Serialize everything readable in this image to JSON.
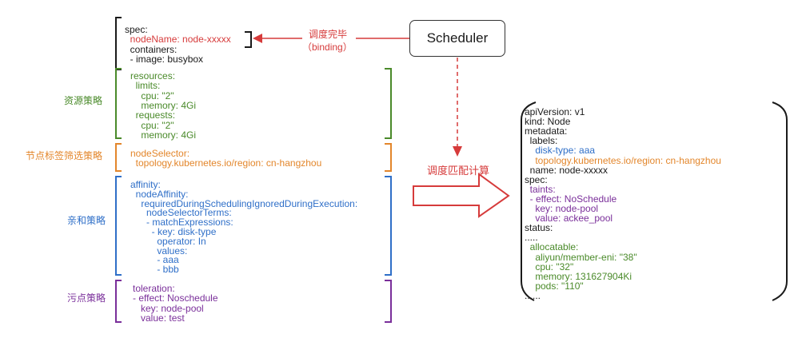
{
  "scheduler": {
    "label": "Scheduler"
  },
  "binding_label": {
    "line1": "调度完毕",
    "line2": "（binding）"
  },
  "match_label": "调度匹配计算",
  "colors": {
    "black": "#1a1a1a",
    "red": "#d63b3b",
    "green": "#4a8a2a",
    "orange": "#e3862b",
    "blue": "#2f6fc8",
    "purple": "#7a2f9a"
  },
  "pod": {
    "spec": [
      {
        "text": "spec:",
        "color": "black"
      },
      {
        "text": "  nodeName: node-xxxxx",
        "color": "red"
      },
      {
        "text": "  containers:",
        "color": "black"
      },
      {
        "text": "  - image: busybox",
        "color": "black"
      }
    ],
    "resources": {
      "label": "资源策略",
      "lines": [
        "resources:",
        "  limits:",
        "    cpu: \"2\"",
        "    memory: 4Gi",
        "  requests:",
        "    cpu: \"2\"",
        "    memory: 4Gi"
      ]
    },
    "node_selector": {
      "label": "节点标签筛选策略",
      "lines": [
        "nodeSelector:",
        "  topology.kubernetes.io/region: cn-hangzhou"
      ]
    },
    "affinity": {
      "label": "亲和策略",
      "lines": [
        "affinity:",
        "  nodeAffinity:",
        "    requiredDuringSchedulingIgnoredDuringExecution:",
        "      nodeSelectorTerms:",
        "      - matchExpressions:",
        "        - key: disk-type",
        "          operator: In",
        "          values:",
        "          - aaa",
        "          - bbb"
      ]
    },
    "toleration": {
      "label": "污点策略",
      "lines": [
        "toleration:",
        "- effect: Noschedule",
        "   key: node-pool",
        "   value: test"
      ]
    }
  },
  "node": {
    "lines": [
      {
        "text": "apiVersion: v1",
        "color": "black"
      },
      {
        "text": "kind: Node",
        "color": "black"
      },
      {
        "text": "metadata:",
        "color": "black"
      },
      {
        "text": "  labels:",
        "color": "black"
      },
      {
        "text": "    disk-type: aaa",
        "color": "blue"
      },
      {
        "text": "    topology.kubernetes.io/region: cn-hangzhou",
        "color": "orange"
      },
      {
        "text": "  name: node-xxxxx",
        "color": "black"
      },
      {
        "text": "spec:",
        "color": "black"
      },
      {
        "text": "  taints:",
        "color": "purple"
      },
      {
        "text": "  - effect: NoSchedule",
        "color": "purple"
      },
      {
        "text": "    key: node-pool",
        "color": "purple"
      },
      {
        "text": "    value: ackee_pool",
        "color": "purple"
      },
      {
        "text": "status:",
        "color": "black"
      },
      {
        "text": ".....",
        "color": "black"
      },
      {
        "text": "  allocatable:",
        "color": "green"
      },
      {
        "text": "    aliyun/member-eni: \"38\"",
        "color": "green"
      },
      {
        "text": "    cpu: \"32\"",
        "color": "green"
      },
      {
        "text": "    memory: 131627904Ki",
        "color": "green"
      },
      {
        "text": "    pods: \"110\"",
        "color": "green"
      },
      {
        "text": "......",
        "color": "black"
      }
    ]
  }
}
